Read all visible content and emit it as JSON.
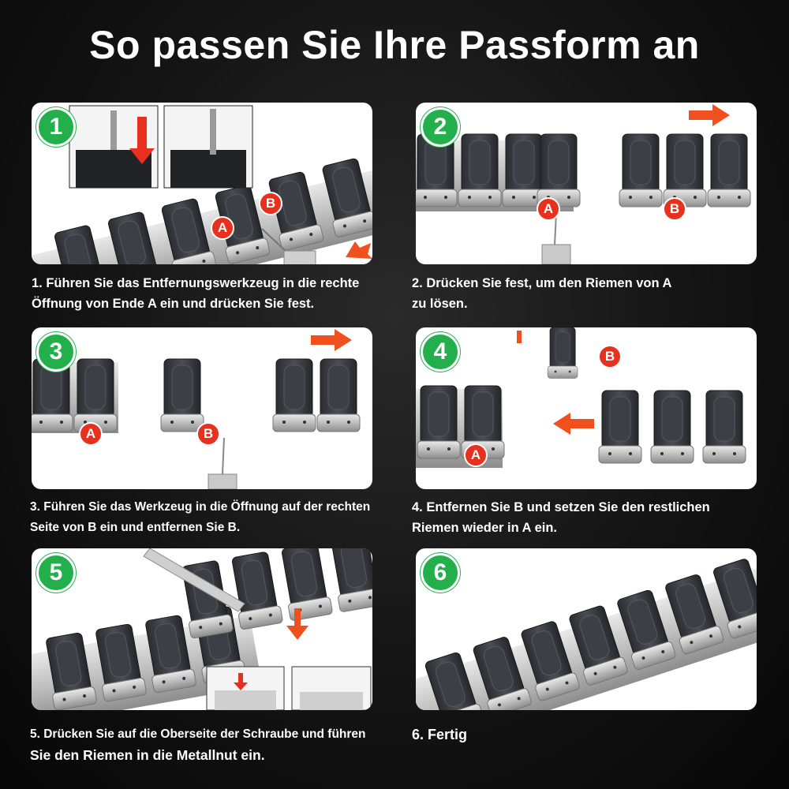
{
  "title": "So passen Sie Ihre Passform an",
  "colors": {
    "badge": "#23b04c",
    "marker": "#e8301f",
    "arrow": "#f0501e",
    "background": "#111111"
  },
  "steps": [
    {
      "number": "1",
      "caption_line1": "1. Führen Sie das Entfernungswerkzeug in die rechte",
      "caption_line2": "Öffnung von Ende A ein und drücken Sie fest.",
      "markers": [
        "A",
        "B"
      ]
    },
    {
      "number": "2",
      "caption_line1": "2. Drücken Sie fest, um den Riemen von A",
      "caption_line2": "zu lösen.",
      "markers": [
        "A",
        "B"
      ]
    },
    {
      "number": "3",
      "caption_line1": "3. Führen Sie das Werkzeug in die Öffnung auf der rechten",
      "caption_line2": "Seite von B ein und entfernen Sie B.",
      "markers": [
        "A",
        "B"
      ]
    },
    {
      "number": "4",
      "caption_line1": "4. Entfernen Sie B und setzen Sie den restlichen",
      "caption_line2": "Riemen wieder in A ein.",
      "markers": [
        "B",
        "A"
      ]
    },
    {
      "number": "5",
      "caption_line1": "5. Drücken Sie auf die Oberseite der Schraube und führen",
      "caption_line2": "Sie den Riemen in die Metallnut ein.",
      "markers": []
    },
    {
      "number": "6",
      "caption_line1": "6. Fertig",
      "caption_line2": "",
      "markers": []
    }
  ]
}
